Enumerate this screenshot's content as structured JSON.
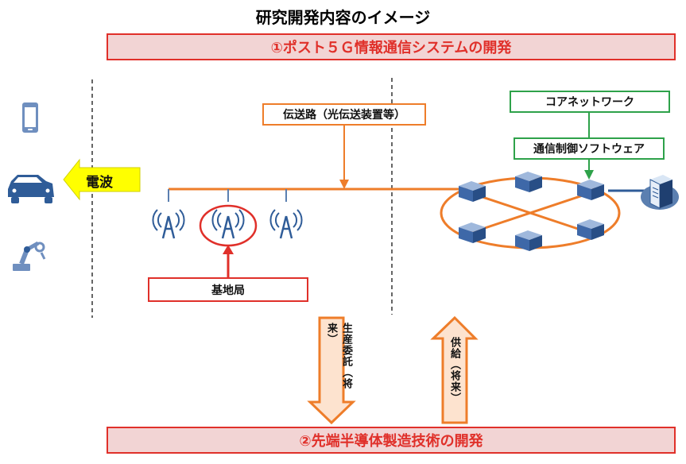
{
  "title": "研究開発内容のイメージ",
  "banner_top": "①ポスト５Ｇ情報通信システムの開発",
  "banner_bottom": "②先端半導体製造技術の開発",
  "transmission_label": "伝送路（光伝送装置等）",
  "core_network_label": "コアネットワーク",
  "control_software_label": "通信制御ソフトウェア",
  "base_station_label": "基地局",
  "radio_label": "電波",
  "production_label": "生産委託（将来）",
  "supply_label": "供給（将来）",
  "colors": {
    "banner_fill": "#f2d4d4",
    "red": "#e0302a",
    "orange": "#ee7d2a",
    "green": "#2ea24a",
    "blue": "#2f5c98",
    "yellow": "#ffff00"
  }
}
